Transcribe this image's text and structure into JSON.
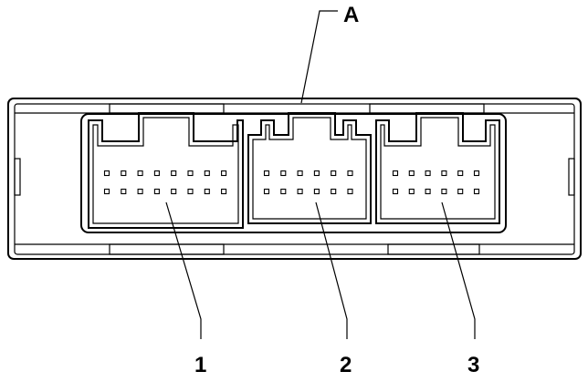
{
  "callouts": {
    "housing": "A",
    "connector_1": "1",
    "connector_2": "2",
    "connector_3": "3"
  },
  "connectors": [
    {
      "label": "1",
      "pin_columns": 8,
      "pin_rows": 2
    },
    {
      "label": "2",
      "pin_columns": 6,
      "pin_rows": 2
    },
    {
      "label": "3",
      "pin_columns": 6,
      "pin_rows": 2
    }
  ]
}
